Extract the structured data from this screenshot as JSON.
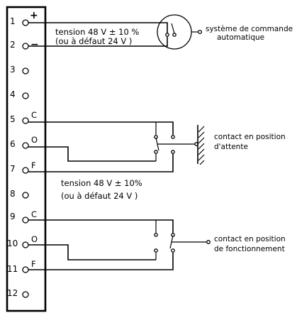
{
  "terminals": {
    "numbers": [
      "1",
      "2",
      "3",
      "4",
      "5",
      "6",
      "7",
      "8",
      "9",
      "10",
      "11",
      "12"
    ],
    "plus": "+",
    "minus": "−",
    "c1": "C",
    "o1": "O",
    "f1": "F",
    "c2": "C",
    "o2": "O",
    "f2": "F"
  },
  "supply_top": {
    "line1": "tension 48 V ± 10 %",
    "line2": "(ou à défaut 24 V )"
  },
  "supply_mid": {
    "line1": "tension 48 V ± 10%",
    "line2": "(ou à défaut 24 V )"
  },
  "control_system": {
    "line1": "système de commande",
    "line2": "automatique"
  },
  "contact_wait": {
    "line1": "contact en position",
    "line2": "d'attente"
  },
  "contact_run": {
    "line1": "contact en position",
    "line2": "de fonctionnement"
  }
}
